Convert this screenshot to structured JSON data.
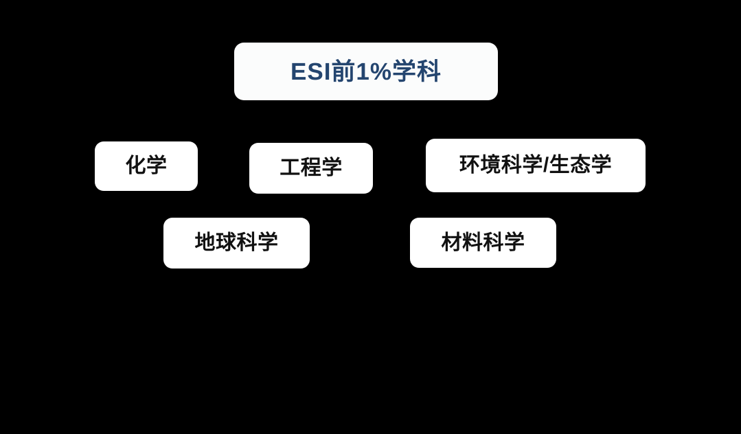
{
  "diagram": {
    "type": "hierarchy",
    "background_color": "#000000",
    "node_fill": "#ffffff",
    "title_text_color": "#24456f",
    "node_text_color": "#111111",
    "root": {
      "id": "esi-top-1-percent",
      "label": "ESI前1%学科"
    },
    "children": [
      {
        "id": "chemistry",
        "label": "化学",
        "row": 1
      },
      {
        "id": "engineering",
        "label": "工程学",
        "row": 1
      },
      {
        "id": "environment-ecology",
        "label": "环境科学/生态学",
        "row": 1
      },
      {
        "id": "earth-science",
        "label": "地球科学",
        "row": 2
      },
      {
        "id": "materials-science",
        "label": "材料科学",
        "row": 2
      }
    ]
  }
}
